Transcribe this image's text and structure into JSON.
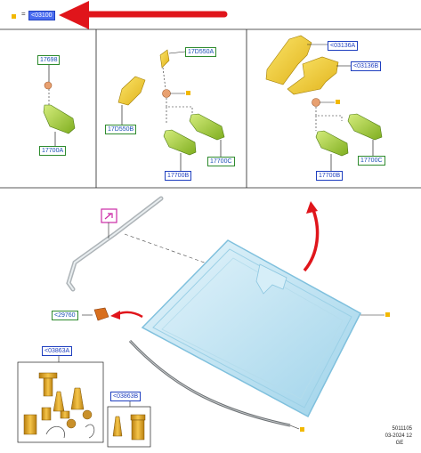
{
  "labels": {
    "top_highlight": "<03100",
    "p1_17698": "17698",
    "p1_17700A": "17700A",
    "p2_17D550A": "17D550A",
    "p2_17D550B": "17D550B",
    "p2_17700B": "17700B",
    "p2_17700C": "17700C",
    "p3_03136A": "<03136A",
    "p3_03136B": "<03136B",
    "p3_17700B": "17700B",
    "p3_17700C": "17700C",
    "main_29760": "<29760",
    "kit_03863A": "<03863A",
    "kit_03863B": "<03863B"
  },
  "equals_sign": "=",
  "reference": {
    "line1": "5011105",
    "line2": "03-2024 12",
    "line3": "GE"
  },
  "colors": {
    "green_border": "#2e8b2e",
    "blue_border": "#1f3fbf",
    "highlight_fill": "#4a6cf0",
    "arrow_red": "#e0151b",
    "glass": "#bfe3f2",
    "part_yellow": "#f3cf2b",
    "mirror_green": "#a9cf3b",
    "marker_yellow": "#f2b800"
  }
}
